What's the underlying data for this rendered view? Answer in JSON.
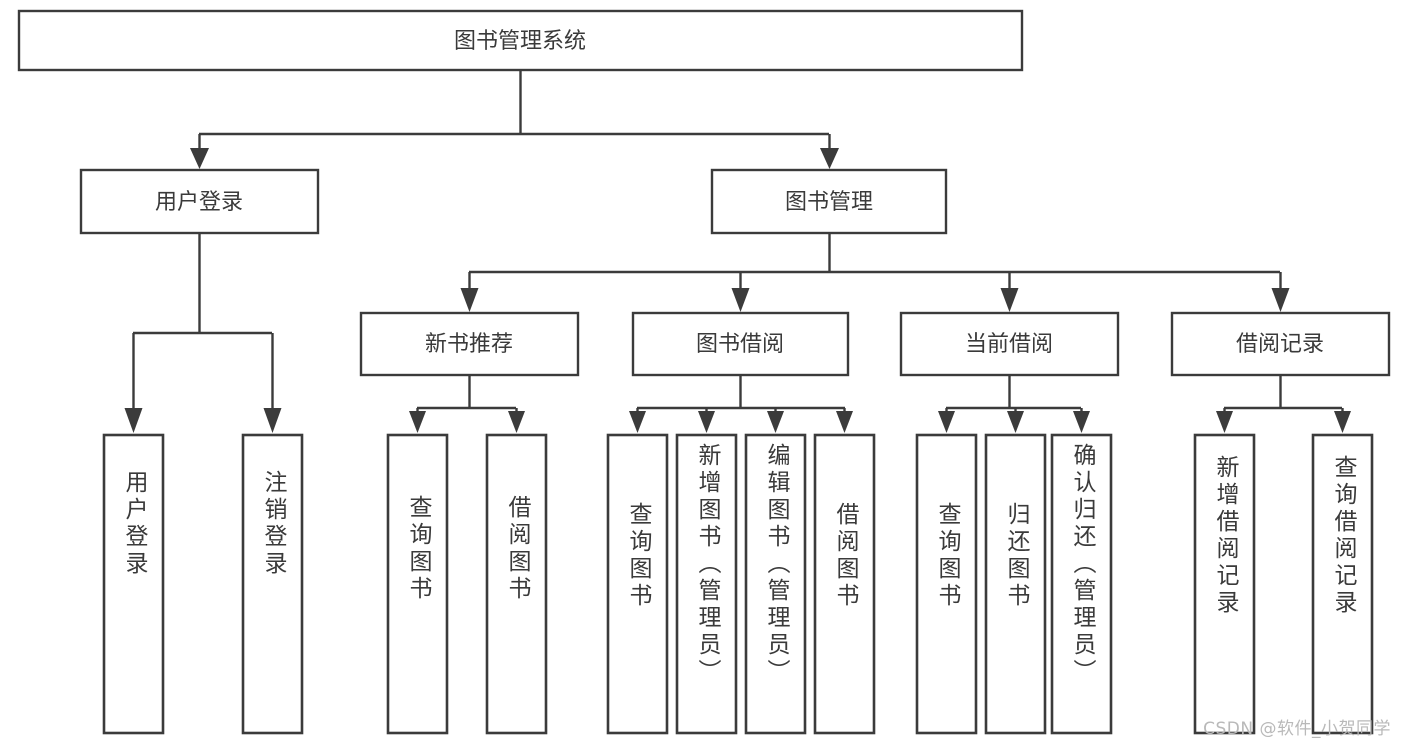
{
  "diagram": {
    "type": "tree",
    "title": "图书管理系统",
    "root": {
      "label": "图书管理系统"
    },
    "level2": [
      {
        "label": "用户登录"
      },
      {
        "label": "图书管理"
      }
    ],
    "level3": [
      {
        "label": "新书推荐"
      },
      {
        "label": "图书借阅"
      },
      {
        "label": "当前借阅"
      },
      {
        "label": "借阅记录"
      }
    ],
    "leaves": [
      {
        "label": "用户登录",
        "parent": "用户登录"
      },
      {
        "label": "注销登录",
        "parent": "用户登录"
      },
      {
        "label": "查询图书",
        "parent": "新书推荐"
      },
      {
        "label": "借阅图书",
        "parent": "新书推荐"
      },
      {
        "label": "查询图书",
        "parent": "图书借阅"
      },
      {
        "label": "新增图书（管理员）",
        "parent": "图书借阅"
      },
      {
        "label": "编辑图书（管理员）",
        "parent": "图书借阅"
      },
      {
        "label": "借阅图书",
        "parent": "图书借阅"
      },
      {
        "label": "查询图书",
        "parent": "当前借阅"
      },
      {
        "label": "归还图书",
        "parent": "当前借阅"
      },
      {
        "label": "确认归还（管理员）",
        "parent": "当前借阅"
      },
      {
        "label": "新增借阅记录",
        "parent": "借阅记录"
      },
      {
        "label": "查询借阅记录",
        "parent": "借阅记录"
      }
    ]
  },
  "watermark": {
    "text": "CSDN @软件_小贺同学"
  },
  "colors": {
    "stroke": "#3b3b3b",
    "text": "#3a3a3a",
    "background": "#ffffff",
    "watermark": "#b9b9b9"
  }
}
